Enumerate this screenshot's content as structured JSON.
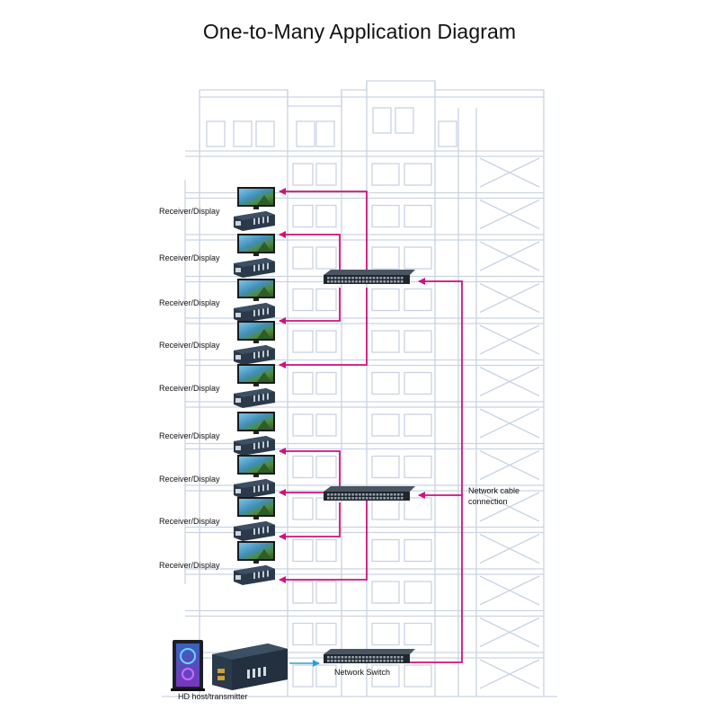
{
  "title": "One-to-Many Application Diagram",
  "receiver_label": "Receiver/Display",
  "receiver_count": 9,
  "host_label": "HD host/transmitter",
  "network_switch_label": "Network Switch",
  "cable_label_line1": "Network cable",
  "cable_label_line2": "connection",
  "colors": {
    "cable": "#d0117d",
    "hdmi_link": "#2a9fd8",
    "building_lines": "#c9d3e3",
    "device": "#2b3a4a"
  }
}
